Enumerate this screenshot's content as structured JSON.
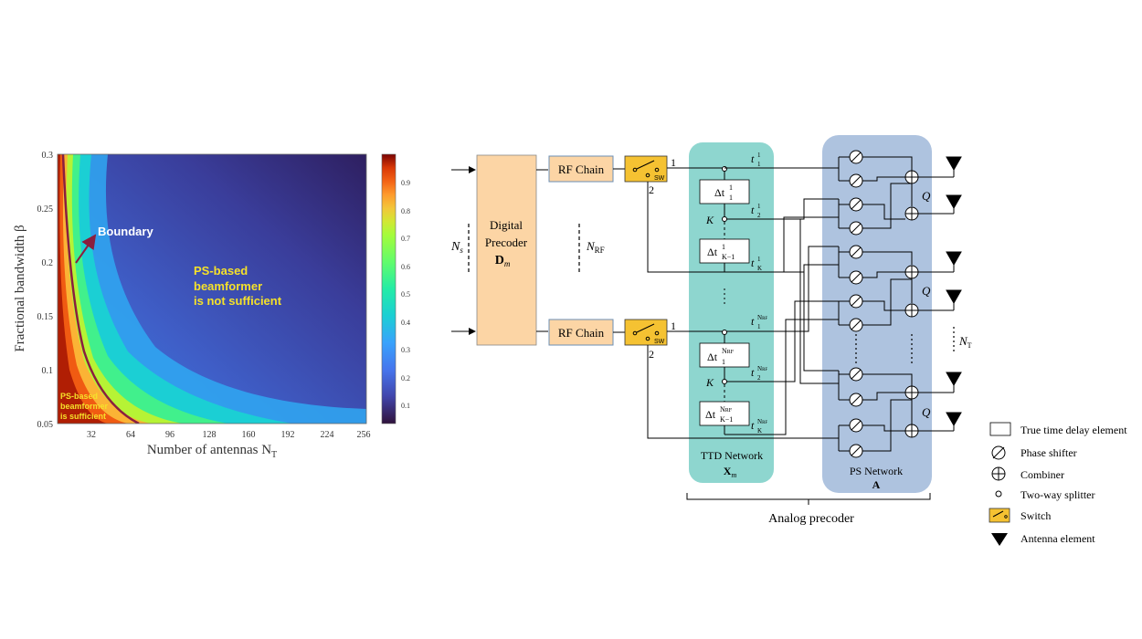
{
  "heatmap": {
    "ylabel": "Fractional bandwidth β",
    "xlabel": "Number of antennas N",
    "xlabel_sub": "T",
    "yticks": [
      "0.3",
      "0.25",
      "0.2",
      "0.15",
      "0.1",
      "0.05"
    ],
    "xticks": [
      "32",
      "64",
      "96",
      "128",
      "160",
      "192",
      "224",
      "256"
    ],
    "cbar_ticks": [
      "0.9",
      "0.8",
      "0.7",
      "0.6",
      "0.5",
      "0.4",
      "0.3",
      "0.2",
      "0.1"
    ],
    "boundary_label": "Boundary",
    "not_sufficient_line1": "PS-based",
    "not_sufficient_line2": "beamformer",
    "not_sufficient_line3": "is not sufficient",
    "sufficient_line1": "PS-based",
    "sufficient_line2": "beamformer",
    "sufficient_line3": "is sufficient",
    "colors": {
      "low": "#30123b",
      "mid": "#1ae4b6",
      "high": "#7a0403",
      "boundary": "#8b1e3f"
    }
  },
  "diagram": {
    "ns_label": "N",
    "ns_sub": "s",
    "digital_line1": "Digital",
    "digital_line2": "Precoder",
    "digital_line3": "D",
    "digital_sub": "m",
    "nrf_label": "N",
    "nrf_sub": "RF",
    "rf_chain": "RF Chain",
    "sw": "SW",
    "port1": "1",
    "port2": "2",
    "dt1_base": "Δt",
    "dt1_sup": "1",
    "dt1_sub": "1",
    "dtk_sup": "1",
    "dtk_sub": "K−1",
    "dtnrf_sup": "N",
    "dtnrf_sup_sub": "RF",
    "k_label": "K",
    "t_label": "t",
    "t1_sub": "1",
    "t2_sub": "2",
    "tk_sub": "K",
    "t_sup_1": "1",
    "t_sup_nrf": "N",
    "t_sup_nrf_sub": "RF",
    "q_label": "Q",
    "nt_label": "N",
    "nt_sub": "T",
    "ttd_network": "TTD Network",
    "ttd_var": "X",
    "ttd_var_sub": "m",
    "ps_network": "PS Network",
    "ps_var": "A",
    "analog_precoder": "Analog precoder",
    "colors": {
      "digital": "#fcd5a5",
      "rf": "#fcd5a5",
      "switch": "#f5c232",
      "ttd": "#8ed6cf",
      "ps": "#aec3df"
    }
  },
  "legend": {
    "items": [
      {
        "label": "True time delay element"
      },
      {
        "label": "Phase shifter"
      },
      {
        "label": "Combiner"
      },
      {
        "label": "Two-way splitter"
      },
      {
        "label": "Switch"
      },
      {
        "label": "Antenna element"
      }
    ]
  }
}
